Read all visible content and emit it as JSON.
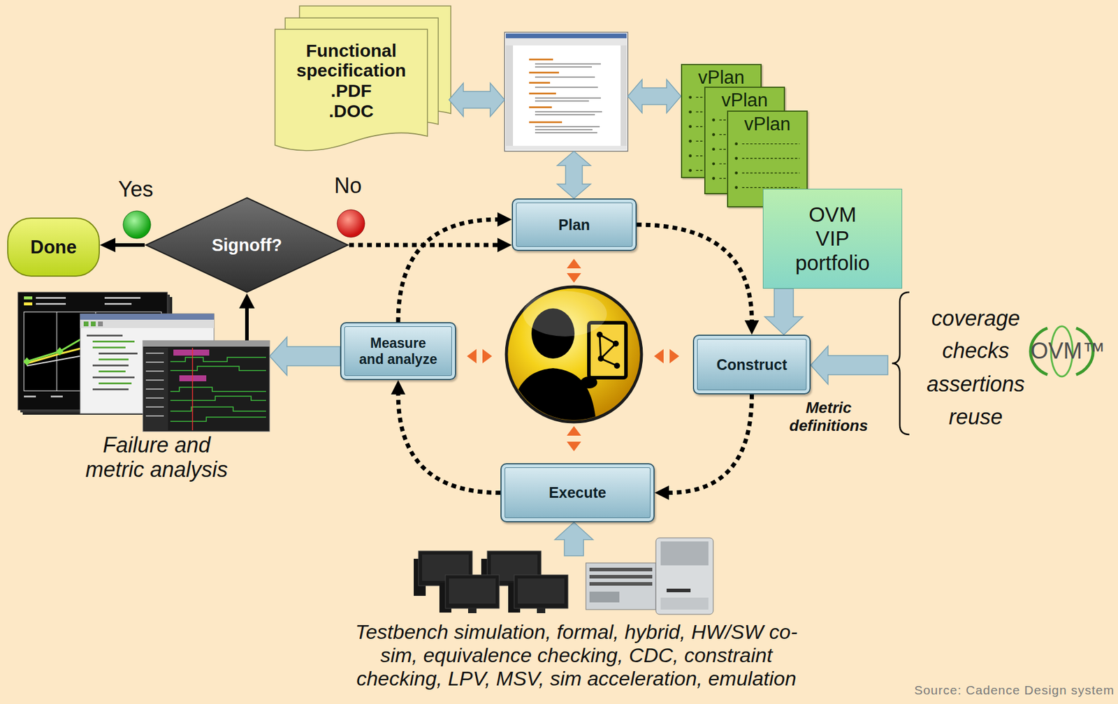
{
  "diagram": {
    "nodes": [
      {
        "text": [
          "Functional specification .PDF .DOC"
        ]
      },
      {
        "text": [
          "vPlan"
        ]
      },
      {
        "text": [
          "vPlan"
        ]
      },
      {
        "text": [
          "vPlan"
        ]
      },
      {
        "text": [
          "OVM VIP portfolio"
        ]
      },
      {
        "text": [
          "Signoff?"
        ]
      },
      {
        "text": [
          "Done"
        ]
      },
      {
        "text": [
          "Plan"
        ]
      },
      {
        "text": [
          "Construct"
        ]
      },
      {
        "text": [
          "Measure and analyze"
        ]
      },
      {
        "text": [
          "Execute"
        ]
      }
    ],
    "edges": [
      {
        "from": 7,
        "to": 8,
        "arrow": "to"
      },
      {
        "from": 8,
        "to": 10,
        "arrow": "to"
      },
      {
        "from": 10,
        "to": 9,
        "arrow": "to"
      },
      {
        "from": 9,
        "to": 7,
        "arrow": "to"
      },
      {
        "from": 5,
        "to": 6,
        "arrow": "to"
      },
      {
        "from": 5,
        "to": 7,
        "arrow": "to"
      },
      {
        "from": 4,
        "to": 8,
        "arrow": "to"
      }
    ],
    "labels": [
      "Yes",
      "No",
      "Metric definitions",
      "coverage",
      "checks",
      "assertions",
      "reuse",
      "OVM™",
      "Failure and metric analysis",
      "Testbench simulation, formal, hybrid, HW/SW co-sim, equivalence checking, CDC, constraint checking, LPV, MSV, sim acceleration, emulation",
      "Source: Cadence Design system"
    ]
  }
}
